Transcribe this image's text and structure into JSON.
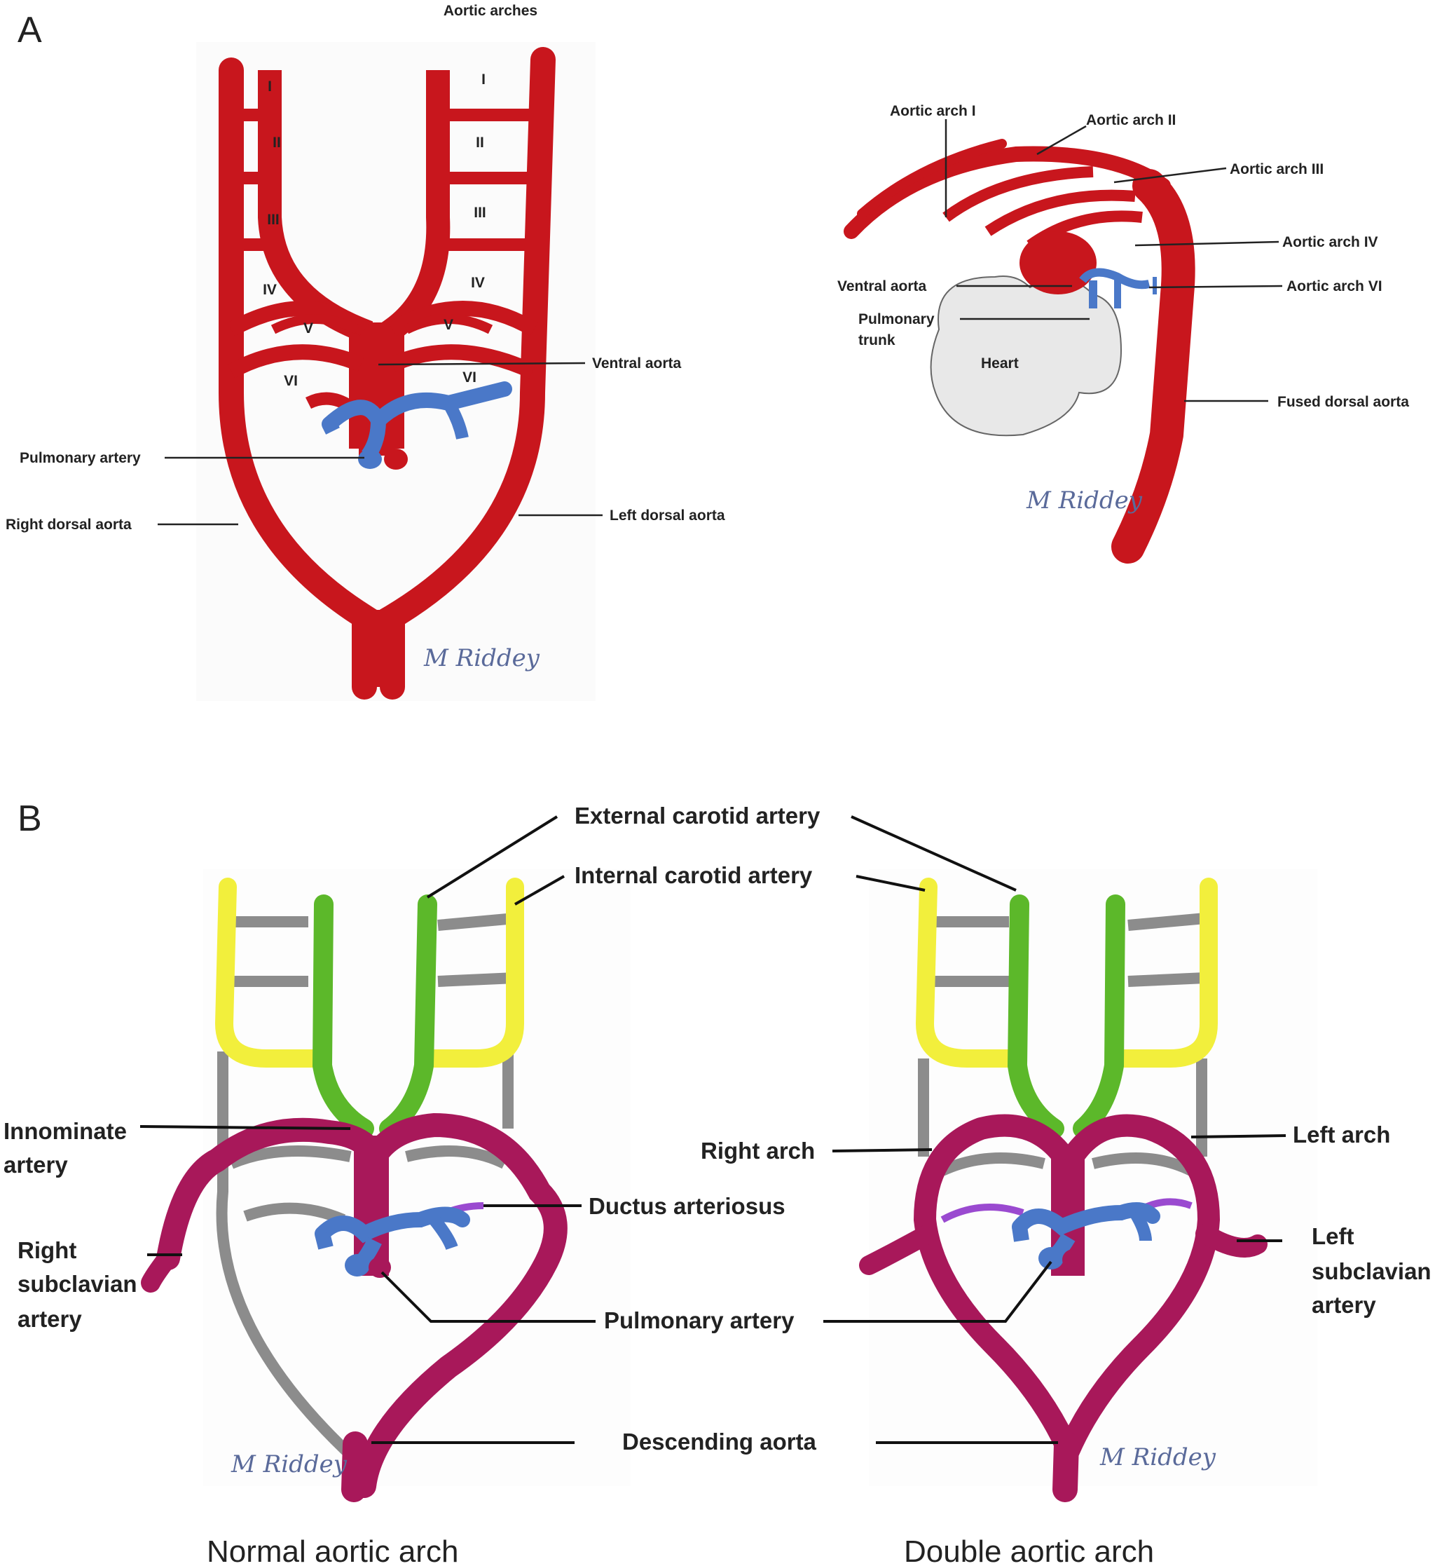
{
  "panel_a": {
    "letter": "A",
    "title": "Aortic arches",
    "numerals_right": [
      "I",
      "II",
      "III",
      "IV",
      "V",
      "VI"
    ],
    "numerals_left": [
      "I",
      "II",
      "III",
      "IV",
      "V",
      "VI"
    ],
    "labels": {
      "ventral_aorta": "Ventral aorta",
      "pulmonary_artery": "Pulmonary artery",
      "right_dorsal_aorta": "Right dorsal aorta",
      "left_dorsal_aorta": "Left dorsal aorta"
    },
    "lateral": {
      "arch_1": "Aortic arch I",
      "arch_2": "Aortic arch II",
      "arch_3": "Aortic arch III",
      "arch_4": "Aortic arch IV",
      "arch_6": "Aortic arch VI",
      "ventral_aorta": "Ventral aorta",
      "pulmonary_trunk_1": "Pulmonary",
      "pulmonary_trunk_2": "trunk",
      "heart": "Heart",
      "fused_dorsal_aorta": "Fused dorsal aorta"
    },
    "signature": "M Riddey"
  },
  "panel_b": {
    "letter": "B",
    "labels": {
      "external_carotid": "External carotid artery",
      "internal_carotid": "Internal carotid artery",
      "innominate_1": "Innominate",
      "innominate_2": "artery",
      "right_arch": "Right arch",
      "left_arch": "Left arch",
      "ductus": "Ductus arteriosus",
      "right_subclavian_1": "Right",
      "right_subclavian_2": "subclavian",
      "right_subclavian_3": "artery",
      "left_subclavian_1": "Left",
      "left_subclavian_2": "subclavian",
      "left_subclavian_3": "artery",
      "pulmonary_artery": "Pulmonary artery",
      "descending_aorta": "Descending aorta"
    },
    "captions": {
      "normal": "Normal aortic arch",
      "double": "Double aortic arch"
    },
    "signature": "M Riddey"
  },
  "colors": {
    "artery_red": "#c8161d",
    "pulmonary_blue": "#4a78c8",
    "aorta_magenta": "#a8185a",
    "external_carotid_green": "#5cb82a",
    "internal_carotid_yellow": "#f2ef3c",
    "regressed_gray": "#8c8c8c",
    "ductus_purple": "#9a4ad0",
    "heart_gray": "#e8e8e8"
  }
}
